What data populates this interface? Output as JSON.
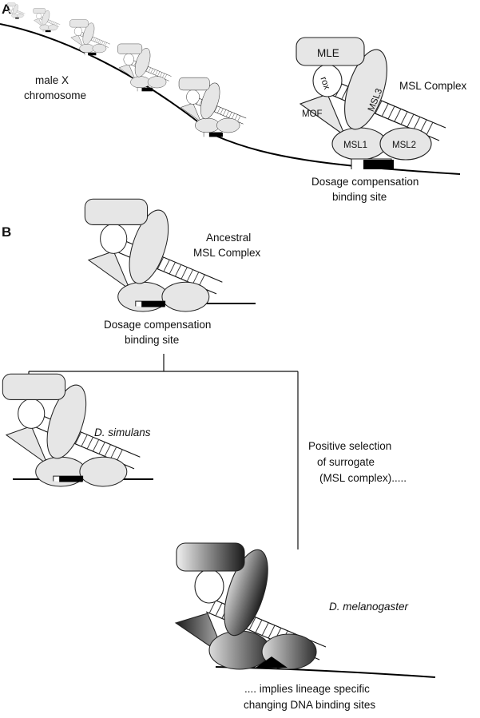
{
  "panel_a": {
    "label": "A",
    "chromosome_label_line1": "male X",
    "chromosome_label_line2": "chromosome",
    "complex_label": "MSL Complex",
    "subunits": {
      "mle": "MLE",
      "rox": "rox",
      "msl3": "MSL3",
      "mof": "MOF",
      "msl1": "MSL1",
      "msl2": "MSL2"
    },
    "binding_site_line1": "Dosage compensation",
    "binding_site_line2": "binding site"
  },
  "panel_b": {
    "label": "B",
    "ancestral_line1": "Ancestral",
    "ancestral_line2": "MSL Complex",
    "binding_site_line1": "Dosage compensation",
    "binding_site_line2": "binding site",
    "species_left": "D. simulans",
    "selection_line1": "Positive selection",
    "selection_line2": "of surrogate",
    "selection_line3": "(MSL complex).....",
    "species_right": "D. melanogaster",
    "implication_line1": ".... implies lineage specific",
    "implication_line2": "changing DNA binding sites"
  },
  "colors": {
    "subunit_fill": "#e6e6e6",
    "outline": "#222222",
    "dna": "#000000"
  }
}
